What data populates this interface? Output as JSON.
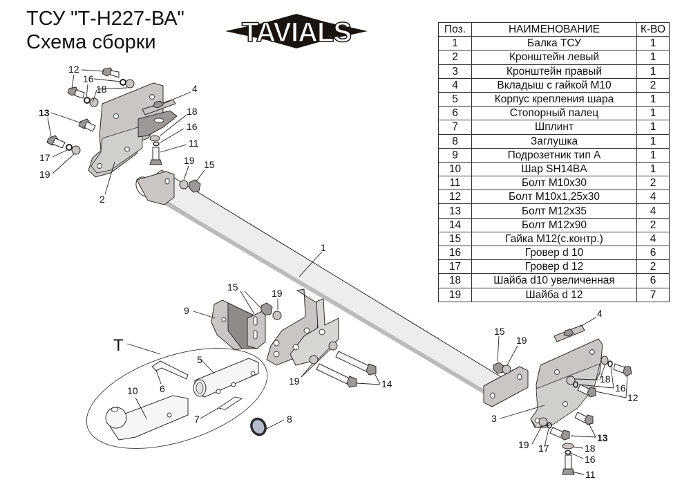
{
  "header": {
    "title_line1": "ТСУ \"Т-Н227-ВА\"",
    "title_line2": "Схема сборки",
    "logo_text": "TAVIALS"
  },
  "parts_table": {
    "columns": [
      "Поз.",
      "НАИМЕНОВАНИЕ",
      "К-ВО"
    ],
    "rows": [
      {
        "pos": "1",
        "name": "Балка ТСУ",
        "qty": "1"
      },
      {
        "pos": "2",
        "name": "Кронштейн левый",
        "qty": "1"
      },
      {
        "pos": "3",
        "name": "Кронштейн правый",
        "qty": "1"
      },
      {
        "pos": "4",
        "name": "Вкладыш с гайкой М10",
        "qty": "2"
      },
      {
        "pos": "5",
        "name": "Корпус крепления шара",
        "qty": "1"
      },
      {
        "pos": "6",
        "name": "Стопорный палец",
        "qty": "1"
      },
      {
        "pos": "7",
        "name": "Шплинт",
        "qty": "1"
      },
      {
        "pos": "8",
        "name": "Заглушка",
        "qty": "1"
      },
      {
        "pos": "9",
        "name": "Подрозетник тип А",
        "qty": "1"
      },
      {
        "pos": "10",
        "name": "Шар SH14BA",
        "qty": "1"
      },
      {
        "pos": "11",
        "name": "Болт М10х30",
        "qty": "2"
      },
      {
        "pos": "12",
        "name": "Болт М10х1,25х30",
        "qty": "4"
      },
      {
        "pos": "13",
        "name": "Болт М12х35",
        "qty": "4"
      },
      {
        "pos": "14",
        "name": "Болт М12х90",
        "qty": "2"
      },
      {
        "pos": "15",
        "name": "Гайка М12(с.контр.)",
        "qty": "4"
      },
      {
        "pos": "16",
        "name": "Гровер d 10",
        "qty": "6"
      },
      {
        "pos": "17",
        "name": "Гровер d 12",
        "qty": "2"
      },
      {
        "pos": "18",
        "name": "Шайба d10 увеличенная",
        "qty": "6"
      },
      {
        "pos": "19",
        "name": "Шайба d 12",
        "qty": "7"
      }
    ]
  },
  "callouts": {
    "left_bracket": [
      "12",
      "16",
      "18",
      "4",
      "13",
      "18",
      "16",
      "11",
      "17",
      "19",
      "19",
      "15",
      "2"
    ],
    "beam": "1",
    "center": [
      "15",
      "19",
      "9",
      "19",
      "14"
    ],
    "kit_label": "T",
    "kit": [
      "5",
      "6",
      "10",
      "7",
      "8"
    ],
    "right_bracket": [
      "4",
      "15",
      "19",
      "18",
      "16",
      "12",
      "3",
      "13",
      "19",
      "17",
      "18",
      "16",
      "11"
    ]
  }
}
